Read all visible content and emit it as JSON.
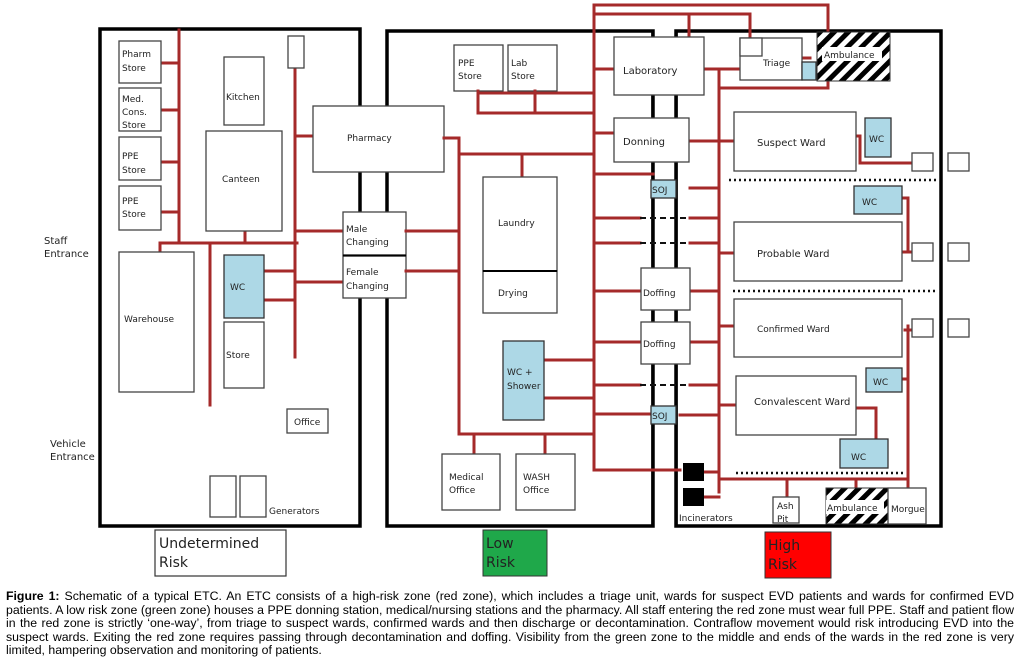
{
  "figure": {
    "zones": {
      "undetermined": {
        "label_line1": "Undetermined",
        "label_line2": "Risk",
        "color": "#ffffff"
      },
      "low": {
        "label_line1": "Low",
        "label_line2": "Risk",
        "color": "#1fa84a",
        "fill": "#c9ecd9"
      },
      "high": {
        "label_line1": "High",
        "label_line2": "Risk",
        "color": "#ff0000",
        "fill": "#ffc4c6"
      }
    },
    "entrances": {
      "staff_line1": "Staff",
      "staff_line2": "Entrance",
      "vehicle_line1": "Vehicle",
      "vehicle_line2": "Entrance"
    },
    "undetermined_rooms": {
      "pharm_store": [
        "Pharm",
        "Store"
      ],
      "med_cons_store": [
        "Med.",
        "Cons.",
        "Store"
      ],
      "ppe_store_1": [
        "PPE",
        "Store"
      ],
      "ppe_store_2": [
        "PPE",
        "Store"
      ],
      "kitchen": "Kitchen",
      "canteen": "Canteen",
      "warehouse": "Warehouse",
      "wc": "WC",
      "store": "Store",
      "office": "Office",
      "generators": "Generators"
    },
    "shared_rooms": {
      "pharmacy": "Pharmacy",
      "male_changing": [
        "Male",
        "Changing"
      ],
      "female_changing": [
        "Female",
        "Changing"
      ]
    },
    "low_rooms": {
      "ppe_store": [
        "PPE",
        "Store"
      ],
      "lab_store": [
        "Lab",
        "Store"
      ],
      "laundry": "Laundry",
      "drying": "Drying",
      "wc_shower": [
        "WC +",
        "Shower"
      ],
      "medical_office": [
        "Medical",
        "Office"
      ],
      "wash_office": [
        "WASH",
        "Office"
      ]
    },
    "corridor": {
      "laboratory": "Laboratory",
      "donning": "Donning",
      "soj_1": "SOJ",
      "doffing_1": "Doffing",
      "doffing_2": "Doffing",
      "soj_2": "SOJ"
    },
    "high_rooms": {
      "triage": "Triage",
      "ambulance_top": "Ambulance",
      "suspect_ward": "Suspect Ward",
      "wc_1": "WC",
      "wc_2": "WC",
      "probable_ward": "Probable Ward",
      "confirmed_ward": "Confirmed Ward",
      "wc_3": "WC",
      "convalescent_ward": "Convalescent Ward",
      "wc_4": "WC",
      "incinerators": "Incinerators",
      "ash_pit": [
        "Ash",
        "Pit"
      ],
      "ambulance_bottom": "Ambulance",
      "morgue": "Morgue"
    }
  },
  "caption": {
    "label": "Figure 1:",
    "text": " Schematic of a typical ETC. An ETC consists of a high-risk zone (red zone), which includes a triage unit, wards for suspect EVD patients and wards for confirmed EVD patients. A low risk zone (green zone) houses a PPE donning station, medical/nursing stations and the pharmacy. All staff entering the red zone must wear full PPE. Staff and patient flow in the red zone is strictly ‘one-way’, from triage to suspect wards, confirmed wards and then discharge or decontamination. Contraflow movement would risk introducing EVD into the suspect wards. Exiting the red zone requires passing through decontamination and doffing. Visibility from the green zone to the middle and ends of the wards in the red zone is very limited, hampering observation and monitoring of patients."
  }
}
